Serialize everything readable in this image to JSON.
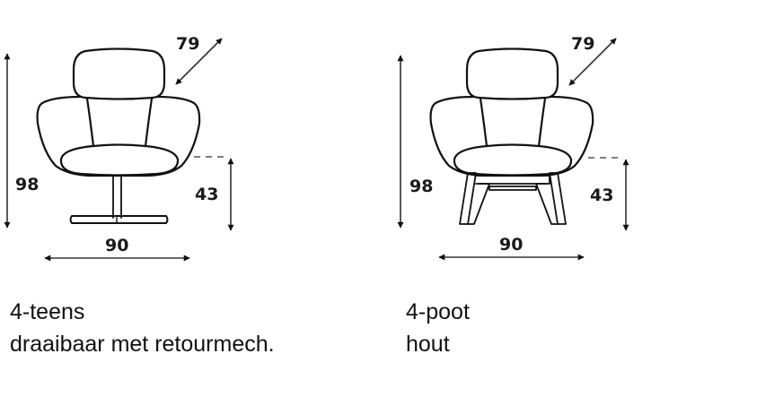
{
  "variants": [
    {
      "id": "swivel",
      "dimensions": {
        "height": "98",
        "depth": "79",
        "seat_height": "43",
        "width": "90"
      },
      "base_type": "4-teens",
      "description": "draaibaar met retourmech."
    },
    {
      "id": "wood-legs",
      "dimensions": {
        "height": "98",
        "depth": "79",
        "seat_height": "43",
        "width": "90"
      },
      "base_type": "4-poot",
      "description": "hout"
    }
  ],
  "colors": {
    "line": "#111111",
    "background": "#ffffff",
    "arrow": "#333333"
  }
}
